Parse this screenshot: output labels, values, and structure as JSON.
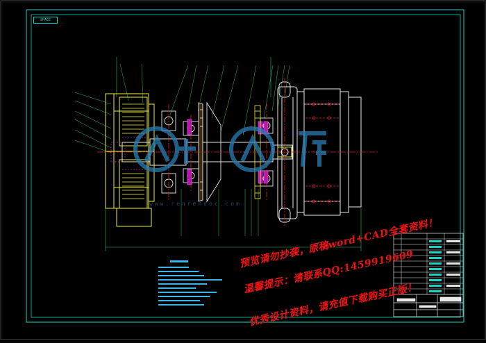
{
  "drawing": {
    "title_tag": "SPACE",
    "watermark_site": "www.renrendoc.com",
    "watermark_lines": [
      "预览请勿抄袭，原稿word+CAD全套资料！",
      "温馨提示：请联系QQ:1459919609",
      "优秀设计资料，请充值下载购买正版！"
    ],
    "colors": {
      "border": "#19d3c5",
      "part_yellow": "#f1f12a",
      "part_white": "#e8e8e8",
      "part_magenta": "#c21ac2",
      "centerline_red": "#e02020",
      "dimension_green": "#22c46a",
      "notes_cyan": "#39b6e8",
      "watermark_logo": "#2a7fb5",
      "watermark_text": "#e01515"
    }
  }
}
